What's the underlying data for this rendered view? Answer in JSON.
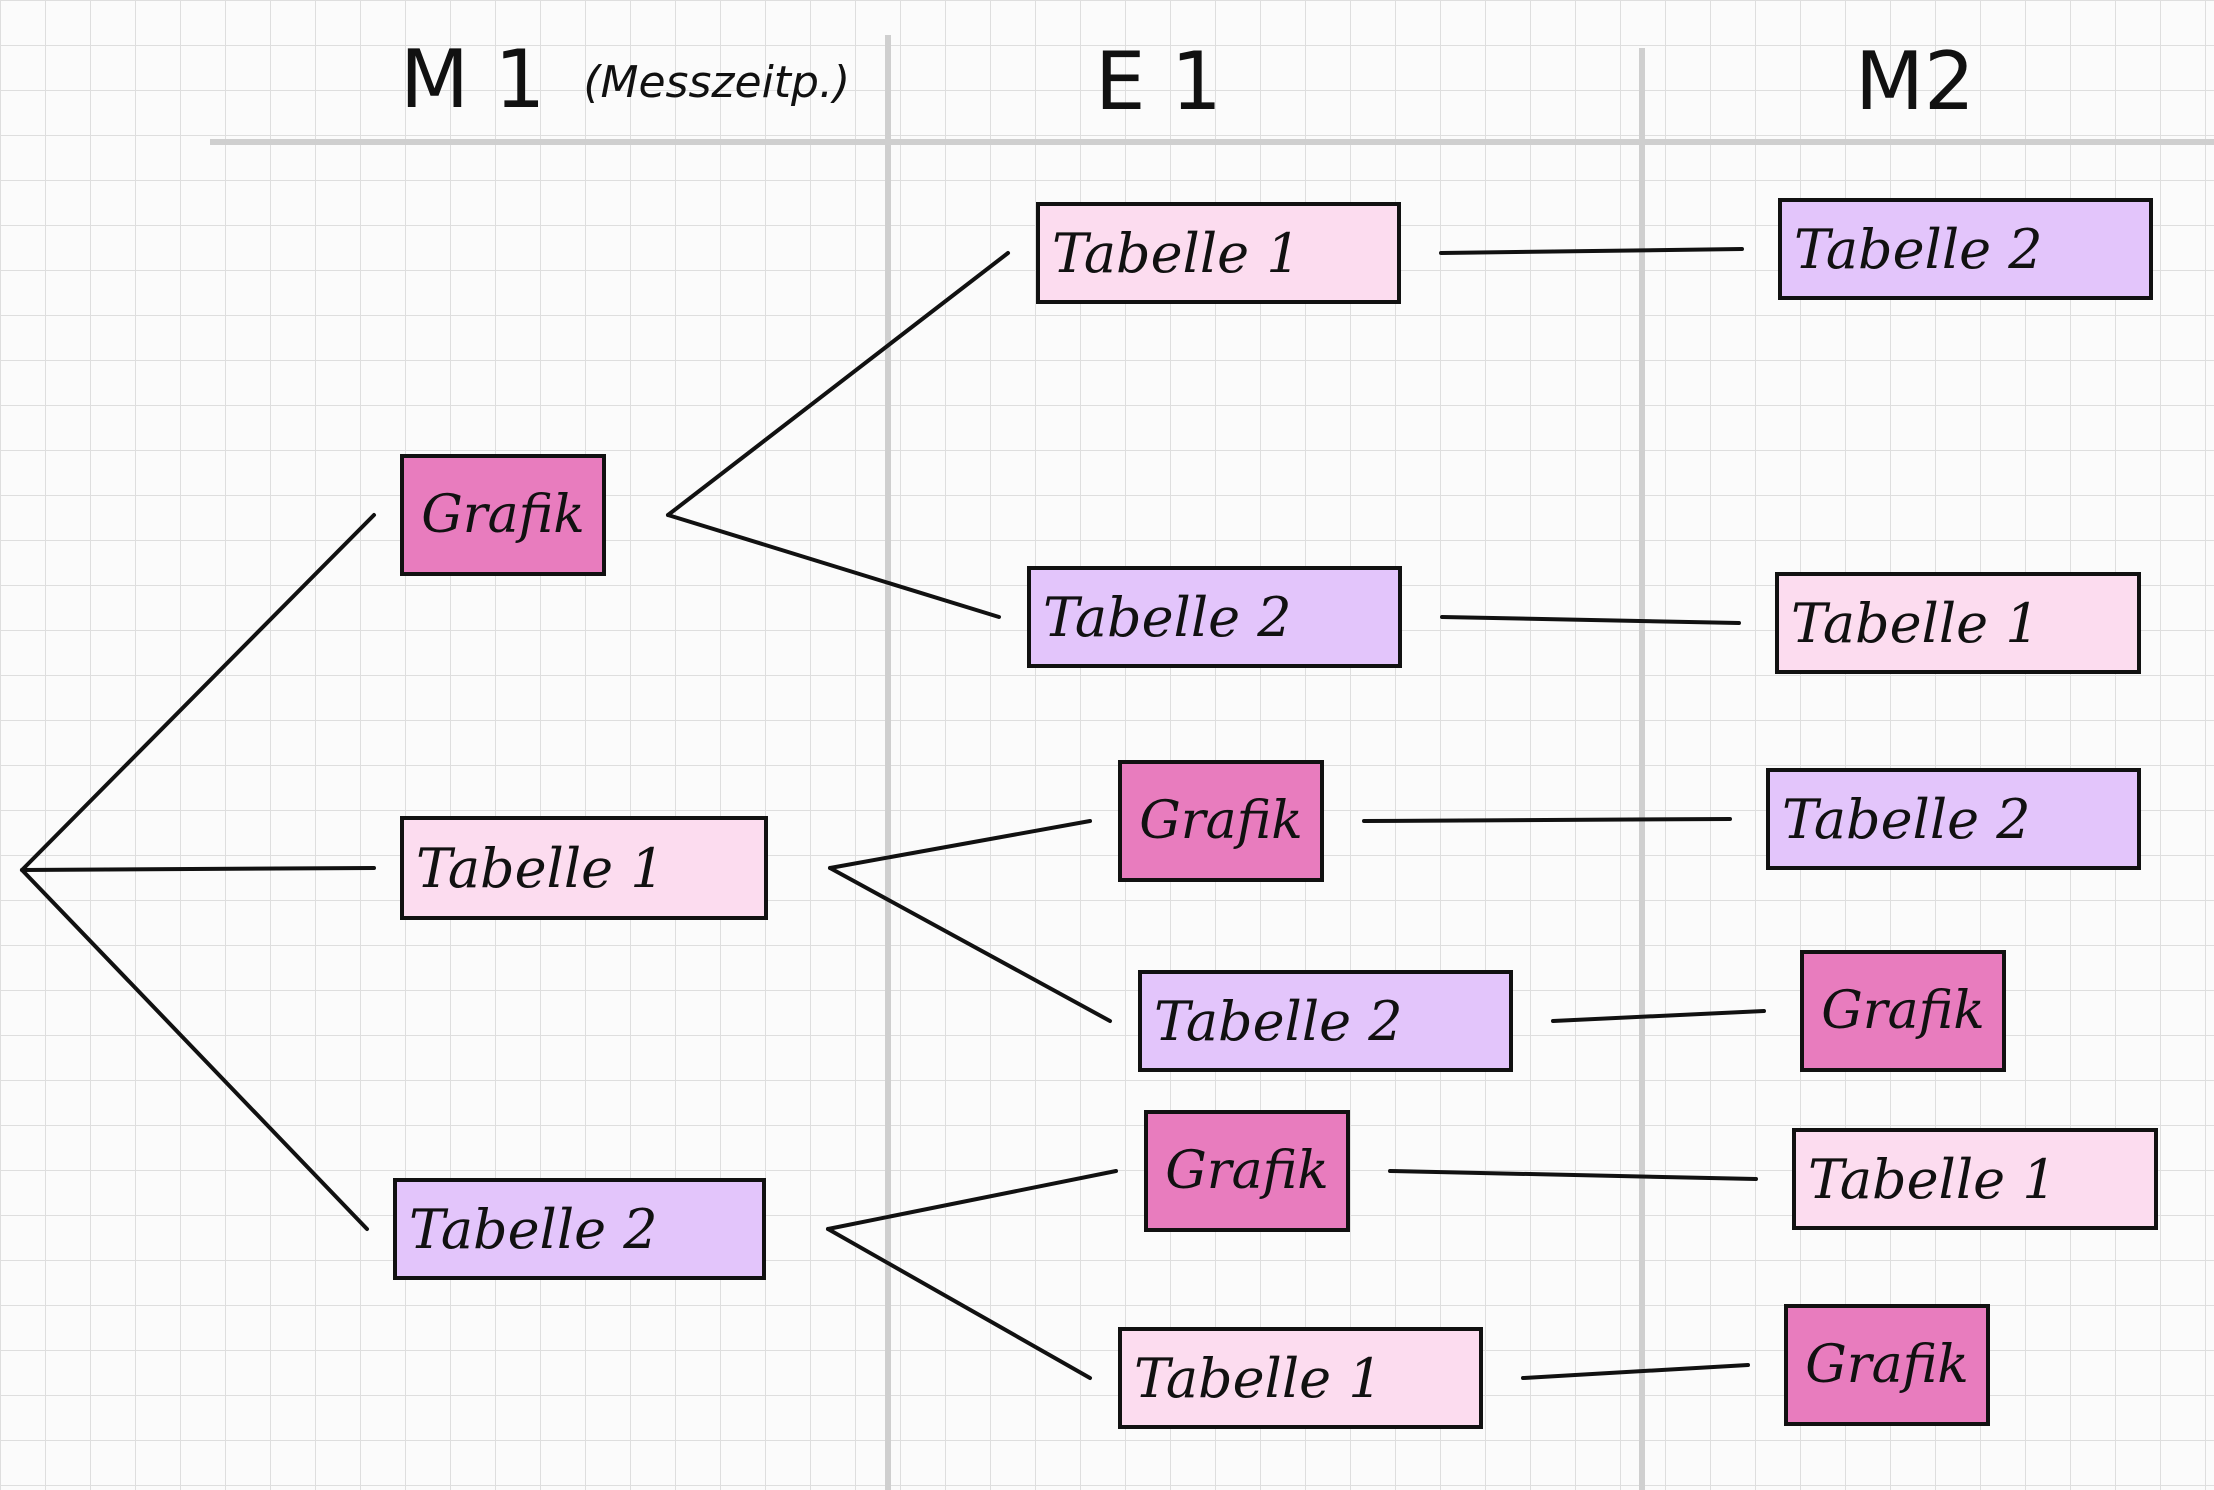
{
  "columns": [
    {
      "id": "m1",
      "label": "M 1",
      "sublabel": "(Messzeitp.)"
    },
    {
      "id": "e1",
      "label": "E 1"
    },
    {
      "id": "m2",
      "label": "M2"
    }
  ],
  "colors": {
    "grafik": "#e87cbe",
    "tabelle1": "#fcdcef",
    "tabelle2": "#e3c5fb",
    "line": "#111111",
    "column_rule": "#cfcfcf"
  },
  "nodes": {
    "m1": [
      {
        "id": "m1-a",
        "label": "Grafik",
        "type": "grafik"
      },
      {
        "id": "m1-b",
        "label": "Tabelle 1",
        "type": "tabelle1"
      },
      {
        "id": "m1-c",
        "label": "Tabelle 2",
        "type": "tabelle2"
      }
    ],
    "e1": [
      {
        "id": "e1-a",
        "label": "Tabelle 1",
        "type": "tabelle1",
        "parent": "m1-a"
      },
      {
        "id": "e1-b",
        "label": "Tabelle 2",
        "type": "tabelle2",
        "parent": "m1-a"
      },
      {
        "id": "e1-c",
        "label": "Grafik",
        "type": "grafik",
        "parent": "m1-b"
      },
      {
        "id": "e1-d",
        "label": "Tabelle 2",
        "type": "tabelle2",
        "parent": "m1-b"
      },
      {
        "id": "e1-e",
        "label": "Grafik",
        "type": "grafik",
        "parent": "m1-c"
      },
      {
        "id": "e1-f",
        "label": "Tabelle 1",
        "type": "tabelle1",
        "parent": "m1-c"
      }
    ],
    "m2": [
      {
        "id": "m2-a",
        "label": "Tabelle 2",
        "type": "tabelle2",
        "parent": "e1-a"
      },
      {
        "id": "m2-b",
        "label": "Tabelle 1",
        "type": "tabelle1",
        "parent": "e1-b"
      },
      {
        "id": "m2-c",
        "label": "Tabelle 2",
        "type": "tabelle2",
        "parent": "e1-c"
      },
      {
        "id": "m2-d",
        "label": "Grafik",
        "type": "grafik",
        "parent": "e1-d"
      },
      {
        "id": "m2-e",
        "label": "Tabelle 1",
        "type": "tabelle1",
        "parent": "e1-e"
      },
      {
        "id": "m2-f",
        "label": "Grafik",
        "type": "grafik",
        "parent": "e1-f"
      }
    ]
  }
}
